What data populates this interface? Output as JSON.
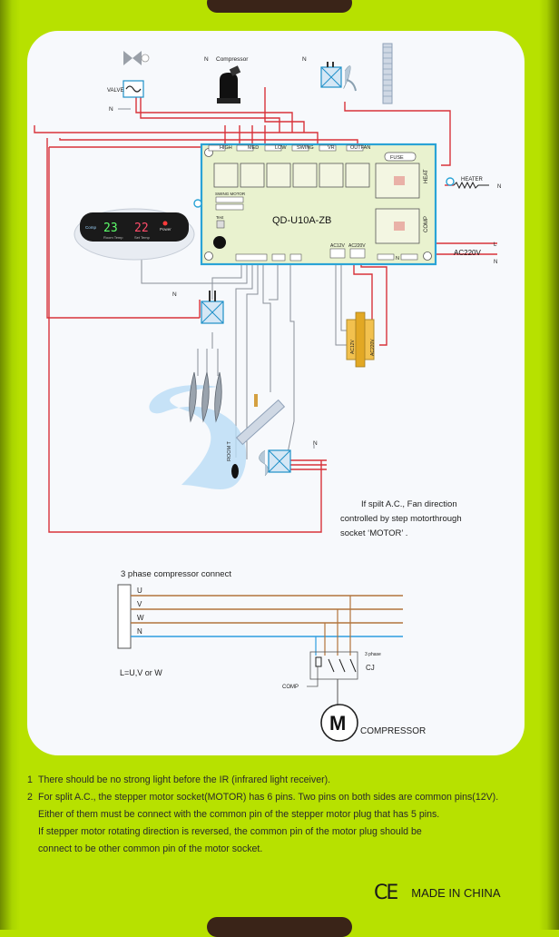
{
  "diagram": {
    "board_model": "QD-U10A-ZB",
    "board_labels": [
      "HIGH",
      "MED",
      "LOW",
      "SWING",
      "VR",
      "OUTFAN"
    ],
    "fuse_label": "FUSE",
    "heat_label": "HEAT",
    "comp_label": "COMP",
    "swing_motor_label": "SWING MOTOR",
    "test_label": "Test",
    "ac12v_label": "AC12V",
    "ac220v_small_label": "AC220V",
    "n_label": "N",
    "l_label": "L",
    "valve_label": "VALVE",
    "compressor_top_label": "Compressor",
    "heater_label": "HEATER",
    "ac220v_label": "AC220V",
    "transformer_ac12v": "AC12V",
    "transformer_ac220v": "AC220V",
    "room_t_label": "ROOM T",
    "remote": {
      "room_temp": "23",
      "set_temp": "22",
      "comp_label": "Comp",
      "power_label": "Power",
      "room_temp_label": "Room Temp",
      "set_temp_label": "Set Temp"
    },
    "split_note_1": "If spilt A.C., Fan direction",
    "split_note_2": "controlled by step motorthrough",
    "split_note_3": "socket ‘MOTOR’ .",
    "three_phase_title": "3 phase compressor connect",
    "phase_labels": [
      "U",
      "V",
      "W",
      "N"
    ],
    "l_equals": "L=U,V or W",
    "three_phase_small": "3 phase",
    "cj_label": "CJ",
    "comp_small": "COMP",
    "motor_letter": "M",
    "compressor_label": "COMPRESSOR"
  },
  "notes": {
    "n1_num": "1",
    "n1_text": "There should be no strong light before the IR (infrared light receiver).",
    "n2_num": "2",
    "n2_line1": "For split A.C., the stepper motor socket(MOTOR) has 6 pins. Two pins on both sides are common pins(12V).",
    "n2_line2": "Either of them must be connect with the common pin of the stepper motor plug that has 5 pins.",
    "n2_line3": "If stepper motor rotating direction is reversed, the common pin of the motor plug should be",
    "n2_line4": "connect to be other common pin of the motor socket."
  },
  "footer": {
    "ce": "CE",
    "made_in": "MADE IN CHINA"
  },
  "colors": {
    "background": "#b7e100",
    "panel": "#f7f9fc",
    "red_wire": "#d8323a",
    "board": "#e9f2cf",
    "board_border": "#2aa3d6",
    "brown_wire": "#b2743c",
    "blue_wire": "#2f9de0"
  }
}
